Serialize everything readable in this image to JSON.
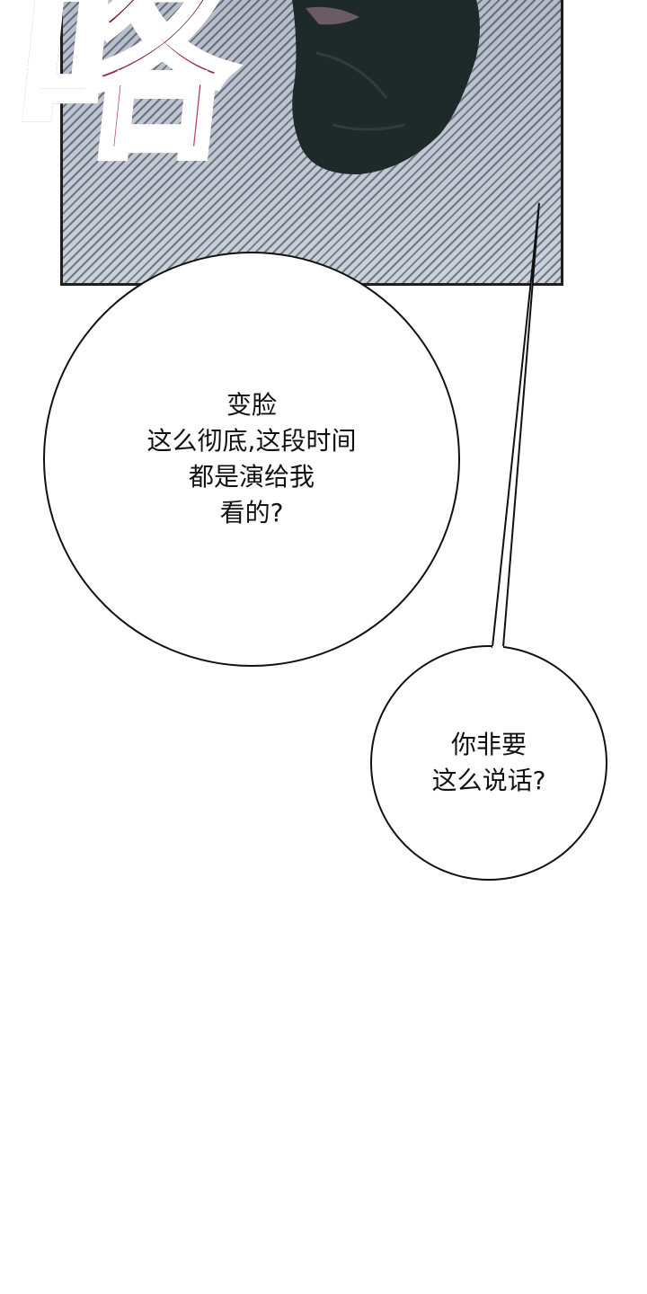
{
  "sound_effect": "咯",
  "bubble_main": {
    "lines": [
      "变脸",
      "这么彻底,这段时间",
      "都是演给我",
      "看的?"
    ]
  },
  "bubble_small": {
    "lines": [
      "你非要",
      "这么说话?"
    ]
  },
  "colors": {
    "sfx_dark": "#4d1330",
    "sfx_light": "#d2477b",
    "panel_dark": "#5e6673",
    "panel_light": "#c9cfd8",
    "outline": "#111111"
  }
}
